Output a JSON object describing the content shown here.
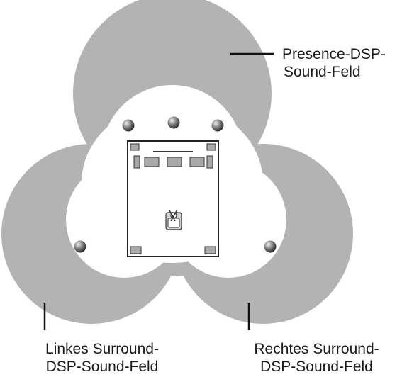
{
  "labels": {
    "presence": {
      "line1": "Presence-DSP-",
      "line2": "Sound-Feld"
    },
    "left_surround": {
      "line1": "Linkes Surround-",
      "line2": "DSP-Sound-Feld"
    },
    "right_surround": {
      "line1": "Rechtes Surround-",
      "line2": "DSP-Sound-Feld"
    }
  },
  "colors": {
    "sound_field": "#b3b3b3",
    "room_outline": "#222222",
    "speaker": "#555555",
    "background": "#ffffff"
  },
  "icons": {
    "listener": "listener-seat-icon",
    "speaker": "speaker-sphere-icon"
  }
}
